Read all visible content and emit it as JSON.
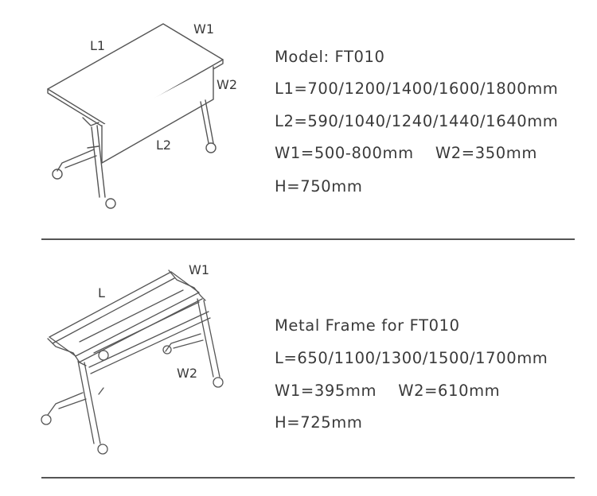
{
  "table": {
    "labels": {
      "l1": "L1",
      "w1": "W1",
      "w2": "W2",
      "l2": "L2"
    },
    "specs": [
      "Model: FT010",
      "L1=700/1200/1400/1600/1800mm",
      "L2=590/1040/1240/1440/1640mm",
      "W1=500-800mm    W2=350mm",
      "H=750mm"
    ]
  },
  "frame": {
    "labels": {
      "l": "L",
      "w1": "W1",
      "w2": "W2"
    },
    "specs": [
      "Metal Frame for FT010",
      "L=650/1100/1300/1500/1700mm",
      "W1=395mm    W2=610mm",
      "H=725mm"
    ]
  }
}
